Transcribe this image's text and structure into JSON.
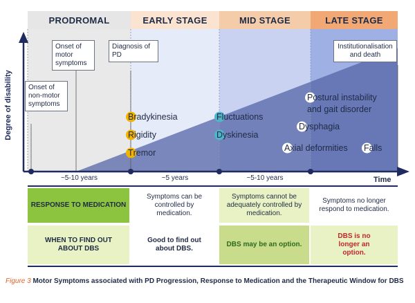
{
  "stages": [
    {
      "label": "PRODROMAL"
    },
    {
      "label": "EARLY STAGE"
    },
    {
      "label": "MID STAGE"
    },
    {
      "label": "LATE STAGE"
    }
  ],
  "colors": {
    "prodromal_head": "#e6e6e6",
    "early_head": "#fbe3d2",
    "mid_head": "#f5ccaa",
    "late_head": "#f2a874",
    "prodromal_bg": "#e9e9e9",
    "early_bg": "#e6ebfa",
    "mid_bg": "#c9d3f1",
    "late_bg": "#9fb0e4",
    "wedge": "#5565a8",
    "axis": "#1f2a5e",
    "bradykinesia_badge": "#f0b400",
    "fluctuations_badge": "#52b4c8",
    "late_badge": "#ffffff",
    "row_green": "#8cc43f",
    "row_lightgreen": "#e9f2c4",
    "row_olive": "#c8dc8c",
    "dbs_red": "#c0282c",
    "dbs_green": "#2d6b1c",
    "caption_fig": "#e2622a"
  },
  "axis": {
    "ylabel": "Degree of disability",
    "xlabel": "Time"
  },
  "callouts": {
    "onset_nonmotor": "Onset of non-motor symptoms",
    "onset_motor": "Onset of motor symptoms",
    "diagnosis": "Diagnosis of PD",
    "institutionalisation": "Institutionalisation and death"
  },
  "symptoms": {
    "bradykinesia": {
      "lead": "B",
      "rest": "radykinesia"
    },
    "rigidity": {
      "lead": "R",
      "rest": "igidity"
    },
    "tremor": {
      "lead": "T",
      "rest": "remor"
    },
    "fluctuations": {
      "lead": "F",
      "rest": "luctuations"
    },
    "dyskinesia": {
      "lead": "D",
      "rest": "yskinesia"
    },
    "postural": {
      "lead": "P",
      "rest": "ostural instability",
      "line2": "and gait disorder"
    },
    "dysphagia": {
      "lead": "D",
      "rest": "ysphagia"
    },
    "axial": {
      "lead": "A",
      "rest": "xial deformities"
    },
    "falls": {
      "lead": "F",
      "rest": "alls"
    }
  },
  "periods": {
    "prodromal": "~5-10 years",
    "early": "~5 years",
    "mid": "~5-10 years"
  },
  "table": {
    "row1": {
      "header": "RESPONSE TO MEDICATION",
      "early": "Symptoms can be controlled by medication.",
      "mid": "Symptoms cannot be adequately controlled by medication.",
      "late": "Symptoms no longer respond to medication."
    },
    "row2": {
      "header": "WHEN TO FIND OUT ABOUT DBS",
      "early": "Good to find out about DBS.",
      "mid": "DBS may be an option.",
      "late": "DBS is no longer an option."
    }
  },
  "caption": {
    "fig": "Figure 3",
    "text": "Motor Symptoms associated with PD Progression, Response to Medication and the Therapeutic Window for DBS"
  }
}
